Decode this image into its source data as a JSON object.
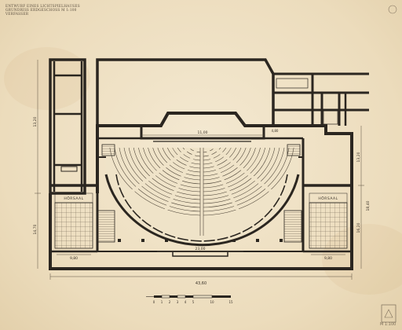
{
  "header": {
    "line1": "ENTWURF EINES LICHTSPIELHAUSES",
    "line2": "GRUNDRISS ERDGESCHOSS M 1:100",
    "line3": "VERFASSER"
  },
  "rooms": {
    "left_hall": "HÖRSAAL",
    "right_hall": "HÖRSAAL"
  },
  "dimensions": {
    "total_width": "43,60",
    "stage_width": "11,00",
    "foyer_width": "23,00",
    "left_hall_width": "9,80",
    "right_hall_width": "9,80",
    "left_side_upper": "13,20",
    "left_side_lower": "14,70",
    "right_side_upper": "13,20",
    "right_side_lower": "16,20",
    "right_side_mid": "18,40",
    "stage_depth": "4,80"
  },
  "scale_bar": {
    "ticks": [
      "0",
      "1",
      "2",
      "3",
      "4",
      "5",
      "10",
      "15"
    ]
  },
  "corner_stamp": "M 1:100",
  "colors": {
    "paper": "#efe3c8",
    "ink": "#2b2620",
    "stain": "#b98d4a"
  }
}
